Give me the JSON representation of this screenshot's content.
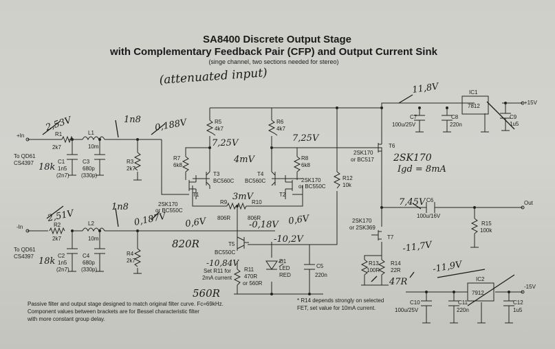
{
  "title": {
    "line1": "SA8400 Discrete Output Stage",
    "line2": "with Complementary Feedback Pair (CFP) and Output Current Sink",
    "line3": "(singe channel, two sections needed for stereo)"
  },
  "handwritten": {
    "attenuated": "(attenuated input)",
    "v_in_top": "2,53V",
    "v_in_bot": "2,51V",
    "c3_top": "1n8",
    "c4_bot": "1n8",
    "r1k_top": "18k",
    "r1k_bot": "18k",
    "v_top_base": "0,188V",
    "v_bot_base": "0,187V",
    "v_supply_pos": "11,8V",
    "v_r5": "7,25V",
    "v_r6": "7,25V",
    "v_diff": "4mV",
    "v_r9r10": "3mV",
    "v_t1": "0,6V",
    "v_t2": "0,6V",
    "v_r10": "-0,18V",
    "r9_val": "820R",
    "v_t5c": "-10,2V",
    "v_t5e": "-10,84V",
    "r11_val": "560R",
    "t6_part": "2SK170",
    "t6_idss": "Igd = 8mA",
    "v_out": "7,45V",
    "v_t7": "-11,7V",
    "r14_val": "47R",
    "v_supply_neg": "-11,9V"
  },
  "ports": {
    "in_pos": "+In",
    "in_neg": "-In",
    "out": "Out",
    "vpos": "+15V",
    "vneg": "-15V",
    "qd61_top_1": "To QD61",
    "qd61_top_2": "CS4397",
    "qd61_bot_1": "To QD61",
    "qd61_bot_2": "CS4397"
  },
  "parts": {
    "r1": "R1",
    "r1v": "2k7",
    "c1": "C1",
    "c1v": "1n5",
    "c1b": "(2n7)",
    "l1": "L1",
    "l1v": "10m",
    "c3": "C3",
    "c3v": "680p",
    "c3b": "(330p)",
    "r3": "R3",
    "r3v": "2k7",
    "r2": "R2",
    "r2v": "2k7",
    "c2": "C2",
    "c2v": "1n5",
    "c2b": "(2n7)",
    "l2": "L2",
    "l2v": "10m",
    "c4": "C4",
    "c4v": "680p",
    "c4b": "(330p)",
    "r4": "R4",
    "r4v": "2k7",
    "r5": "R5",
    "r5v": "4k7",
    "r6": "R6",
    "r6v": "4k7",
    "r7": "R7",
    "r7v": "6k8",
    "r8": "R8",
    "r8v": "6k8",
    "t3": "T3",
    "t3v": "BC560C",
    "t4": "T4",
    "t4v": "BC560C",
    "t1": "T1",
    "t1p": "2SK170",
    "t1s": "or BC550C",
    "t2": "T2",
    "t2p": "2SK170",
    "t2s": "or BC550C",
    "r9": "R9",
    "r9v": "806R",
    "r10": "R10",
    "r10v": "806R",
    "r12": "R12",
    "r12v": "10k",
    "t5": "T5",
    "t5v": "BC550C",
    "r11": "R11",
    "r11v": "470R",
    "r11s": "or 560R",
    "r11n1": "Set R11 for",
    "r11n2": "2mA current",
    "d1": "D1",
    "d1v1": "LED",
    "d1v2": "RED",
    "c5": "C5",
    "c5v": "220n",
    "t6": "T6",
    "t6p": "2SK170",
    "t6s": "or BC517",
    "t7": "T7",
    "t7p": "2SK170",
    "t7s": "or 2SK369",
    "r13": "R13",
    "r13v": "100R",
    "r14": "R14",
    "r14v": "22R",
    "c6": "C6",
    "c6v": "100u/16V",
    "r15": "R15",
    "r15v": "100k",
    "c7": "C7",
    "c7v": "100u/25V",
    "c8": "C8",
    "c8v": "220n",
    "c9": "C9",
    "c9v": "1u5",
    "ic1": "IC1",
    "ic1v": "7812",
    "c10": "C10",
    "c10v": "100u/25V",
    "c11": "C11",
    "c11v": "220n",
    "c12": "C12",
    "c12v": "1u5",
    "ic2": "IC2",
    "ic2v": "7912"
  },
  "notes": {
    "passive1": "Passive filter and output stage designed to match original filter curve. Fc=69kHz.",
    "passive2": "Component values between brackets are for Bessel characteristic filter",
    "passive3": "with more constant group delay.",
    "r14_1": "* R14 depends strongly on selected",
    "r14_2": "FET, set value for 10mA current."
  }
}
